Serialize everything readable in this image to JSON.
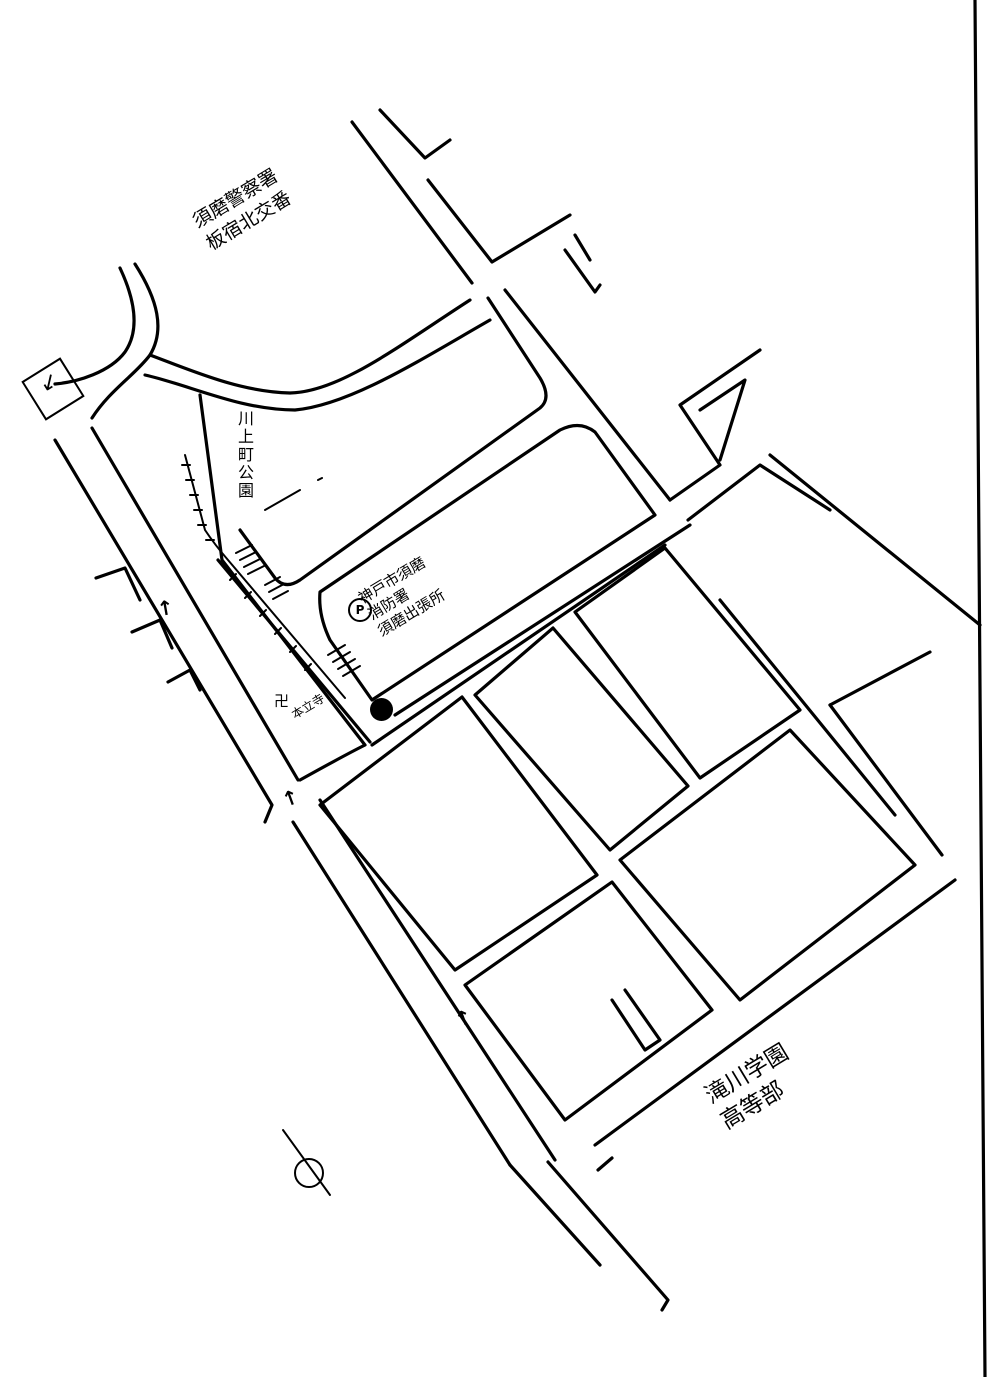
{
  "map": {
    "labels": {
      "station": [
        "神戸市須磨",
        "消防署",
        "須磨出張所"
      ],
      "police": [
        "須磨警察署",
        "板宿北交番"
      ],
      "park": "川上町公園",
      "temple": "本立寺",
      "temple_symbol": "卍",
      "school": [
        "滝川学園",
        "高等部"
      ],
      "parking": "P",
      "exit_arrow": "↙",
      "road_arrow": "↑"
    },
    "icons": {
      "parking": "parking-circle-icon",
      "station": "station-dot-icon",
      "temple": "manji-temple-icon",
      "compass": "compass-rose-icon",
      "direction": "one-way-arrow-icon"
    },
    "colors": {
      "ink": "#000000",
      "paper": "#ffffff"
    }
  }
}
